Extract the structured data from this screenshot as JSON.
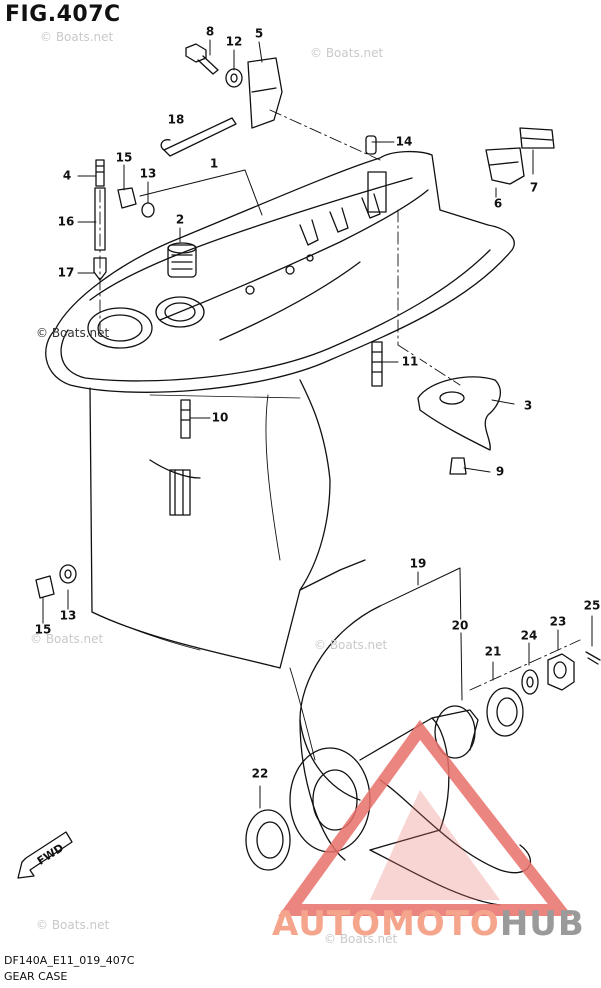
{
  "figure": {
    "title": "FIG.407C",
    "code": "DF140A_E11_019_407C",
    "name": "GEAR CASE"
  },
  "watermark": {
    "text": "© Boats.net"
  },
  "direction_label": "FWD",
  "brand": {
    "part1": "AUTOMOTO",
    "part2": "HUB",
    "color1": "#f4a58c",
    "color2": "#9a9a9a",
    "logo_color": "#e8706a"
  },
  "callouts": [
    "8",
    "12",
    "5",
    "18",
    "14",
    "4",
    "15",
    "13",
    "1",
    "16",
    "2",
    "6",
    "7",
    "17",
    "11",
    "10",
    "3",
    "9",
    "19",
    "15",
    "13",
    "20",
    "25",
    "23",
    "24",
    "21",
    "22"
  ]
}
